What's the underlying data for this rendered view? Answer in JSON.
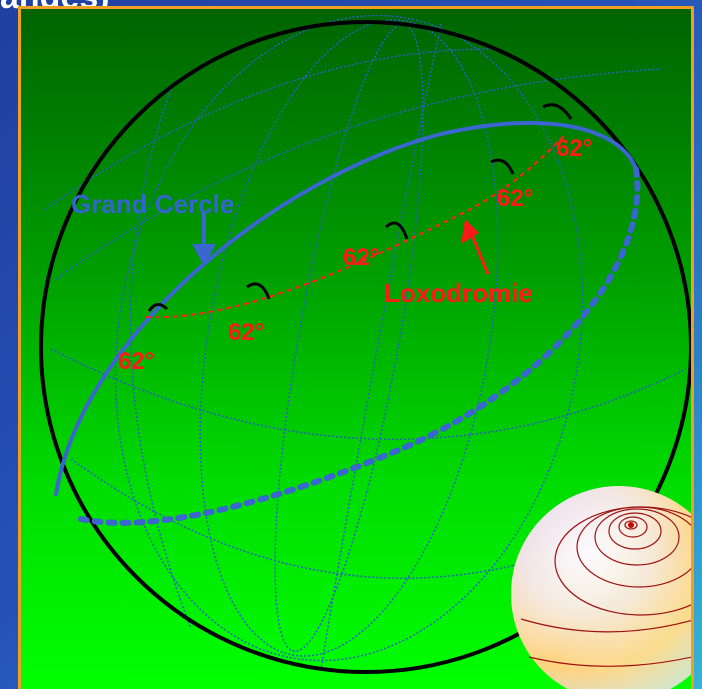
{
  "slide": {
    "title": "andes)"
  },
  "diagram": {
    "great_circle_label": "Grand Cercle",
    "loxodrome_label": "Loxodromie",
    "angle_labels": [
      "62°",
      "62°",
      "62°",
      "62°",
      "62°"
    ],
    "colors": {
      "globe_outline": "#000000",
      "meridians": "#2a5fc8",
      "great_circle": "#3a66d0",
      "loxodrome": "#ff2020",
      "label_red": "#ff1a1a",
      "label_blue": "#3366cc",
      "panel_border": "#f0a020"
    }
  }
}
